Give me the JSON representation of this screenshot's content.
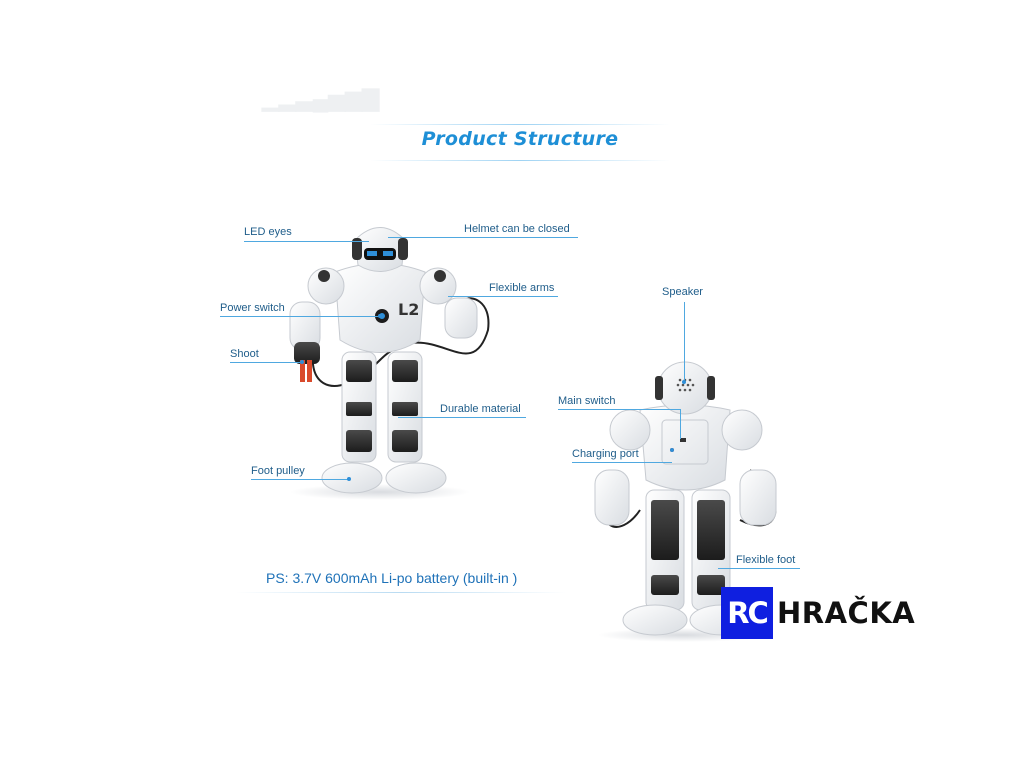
{
  "title": "Product Structure",
  "labels": {
    "led_eyes": "LED eyes",
    "helmet": "Helmet can be closed",
    "flexible_arms": "Flexible arms",
    "power_switch": "Power switch",
    "shoot": "Shoot",
    "durable_material": "Durable material",
    "foot_pulley": "Foot pulley",
    "speaker": "Speaker",
    "main_switch": "Main switch",
    "charging_port": "Charging port",
    "flexible_foot": "Flexible foot"
  },
  "note": "PS: 3.7V 600mAh Li-po battery (built-in )",
  "logo": {
    "rc": "RC",
    "brand": "HRAČKA"
  },
  "colors": {
    "title": "#1e8fd6",
    "label": "#1f5d8a",
    "leader": "#4fa8e0",
    "logo_blue": "#0f1fe0",
    "robot_white": "#f4f5f7",
    "robot_dark": "#2b2b2b"
  }
}
